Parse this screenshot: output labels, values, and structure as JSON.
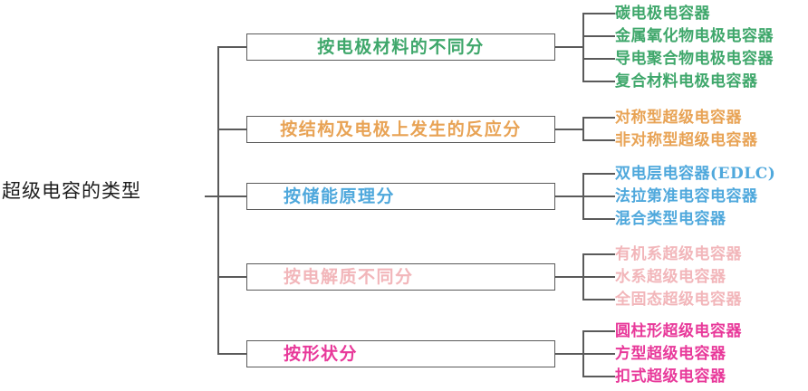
{
  "diagram": {
    "type": "mind-map",
    "title": "超级电容的类型",
    "root": {
      "label": "超级电容的类型",
      "color": "#1c1c1c"
    },
    "branches": [
      {
        "label": "按电极材料的不同分",
        "color": "#3FA76B",
        "align": "center",
        "leaves": [
          "碳电极电容器",
          "金属氧化物电极电容器",
          "导电聚合物电极电容器",
          "复合材料电极电容器"
        ]
      },
      {
        "label": "按结构及电极上发生的反应分",
        "color": "#E8A355",
        "align": "center",
        "leaves": [
          "对称型超级电容器",
          "非对称型超级电容器"
        ]
      },
      {
        "label": "按储能原理分",
        "color": "#4FA8DC",
        "align": "left",
        "leaves": [
          "双电层电容器(EDLC)",
          "法拉第准电容电容器",
          "混合类型电容器"
        ]
      },
      {
        "label": "按电解质不同分",
        "color": "#F2B6BA",
        "align": "left",
        "leaves": [
          "有机系超级电容器",
          "水系超级电容器",
          "全固态超级电容器"
        ]
      },
      {
        "label": "按形状分",
        "color": "#E8399A",
        "align": "left",
        "leaves": [
          "圆柱形超级电容器",
          "方型超级电容器",
          "扣式超级电容器"
        ]
      }
    ],
    "line_color": "#5a5a5a",
    "background": "#ffffff"
  }
}
